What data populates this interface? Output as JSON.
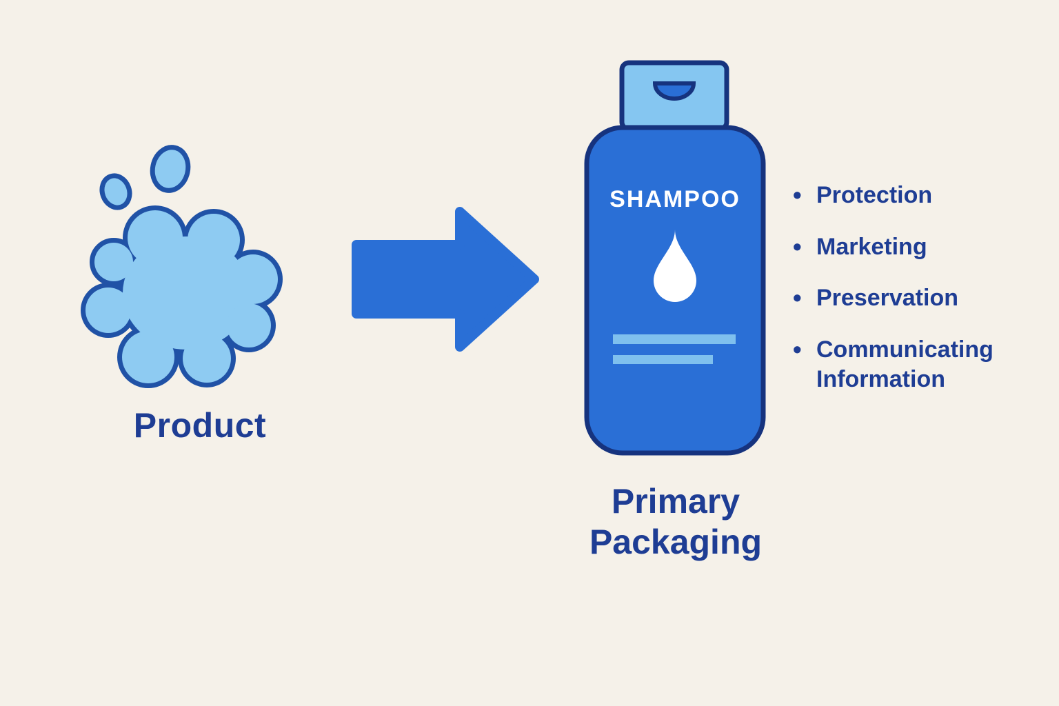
{
  "colors": {
    "background": "#f5f1e9",
    "splash_fill": "#8ecbf2",
    "splash_outline": "#2052a6",
    "arrow_fill": "#2a6fd6",
    "bottle_fill": "#2a6fd6",
    "bottle_outline": "#16337e",
    "cap_fill": "#85c6f1",
    "bar_fill": "#7fc0ee",
    "droplet_white": "#ffffff",
    "label_color": "#1e3d94"
  },
  "product": {
    "label": "Product"
  },
  "bottle": {
    "brand_text": "SHAMPOO"
  },
  "packaging": {
    "label_line1": "Primary",
    "label_line2": "Packaging"
  },
  "benefits": {
    "items": [
      "Protection",
      "Marketing",
      "Preservation",
      "Communicating Information"
    ]
  }
}
